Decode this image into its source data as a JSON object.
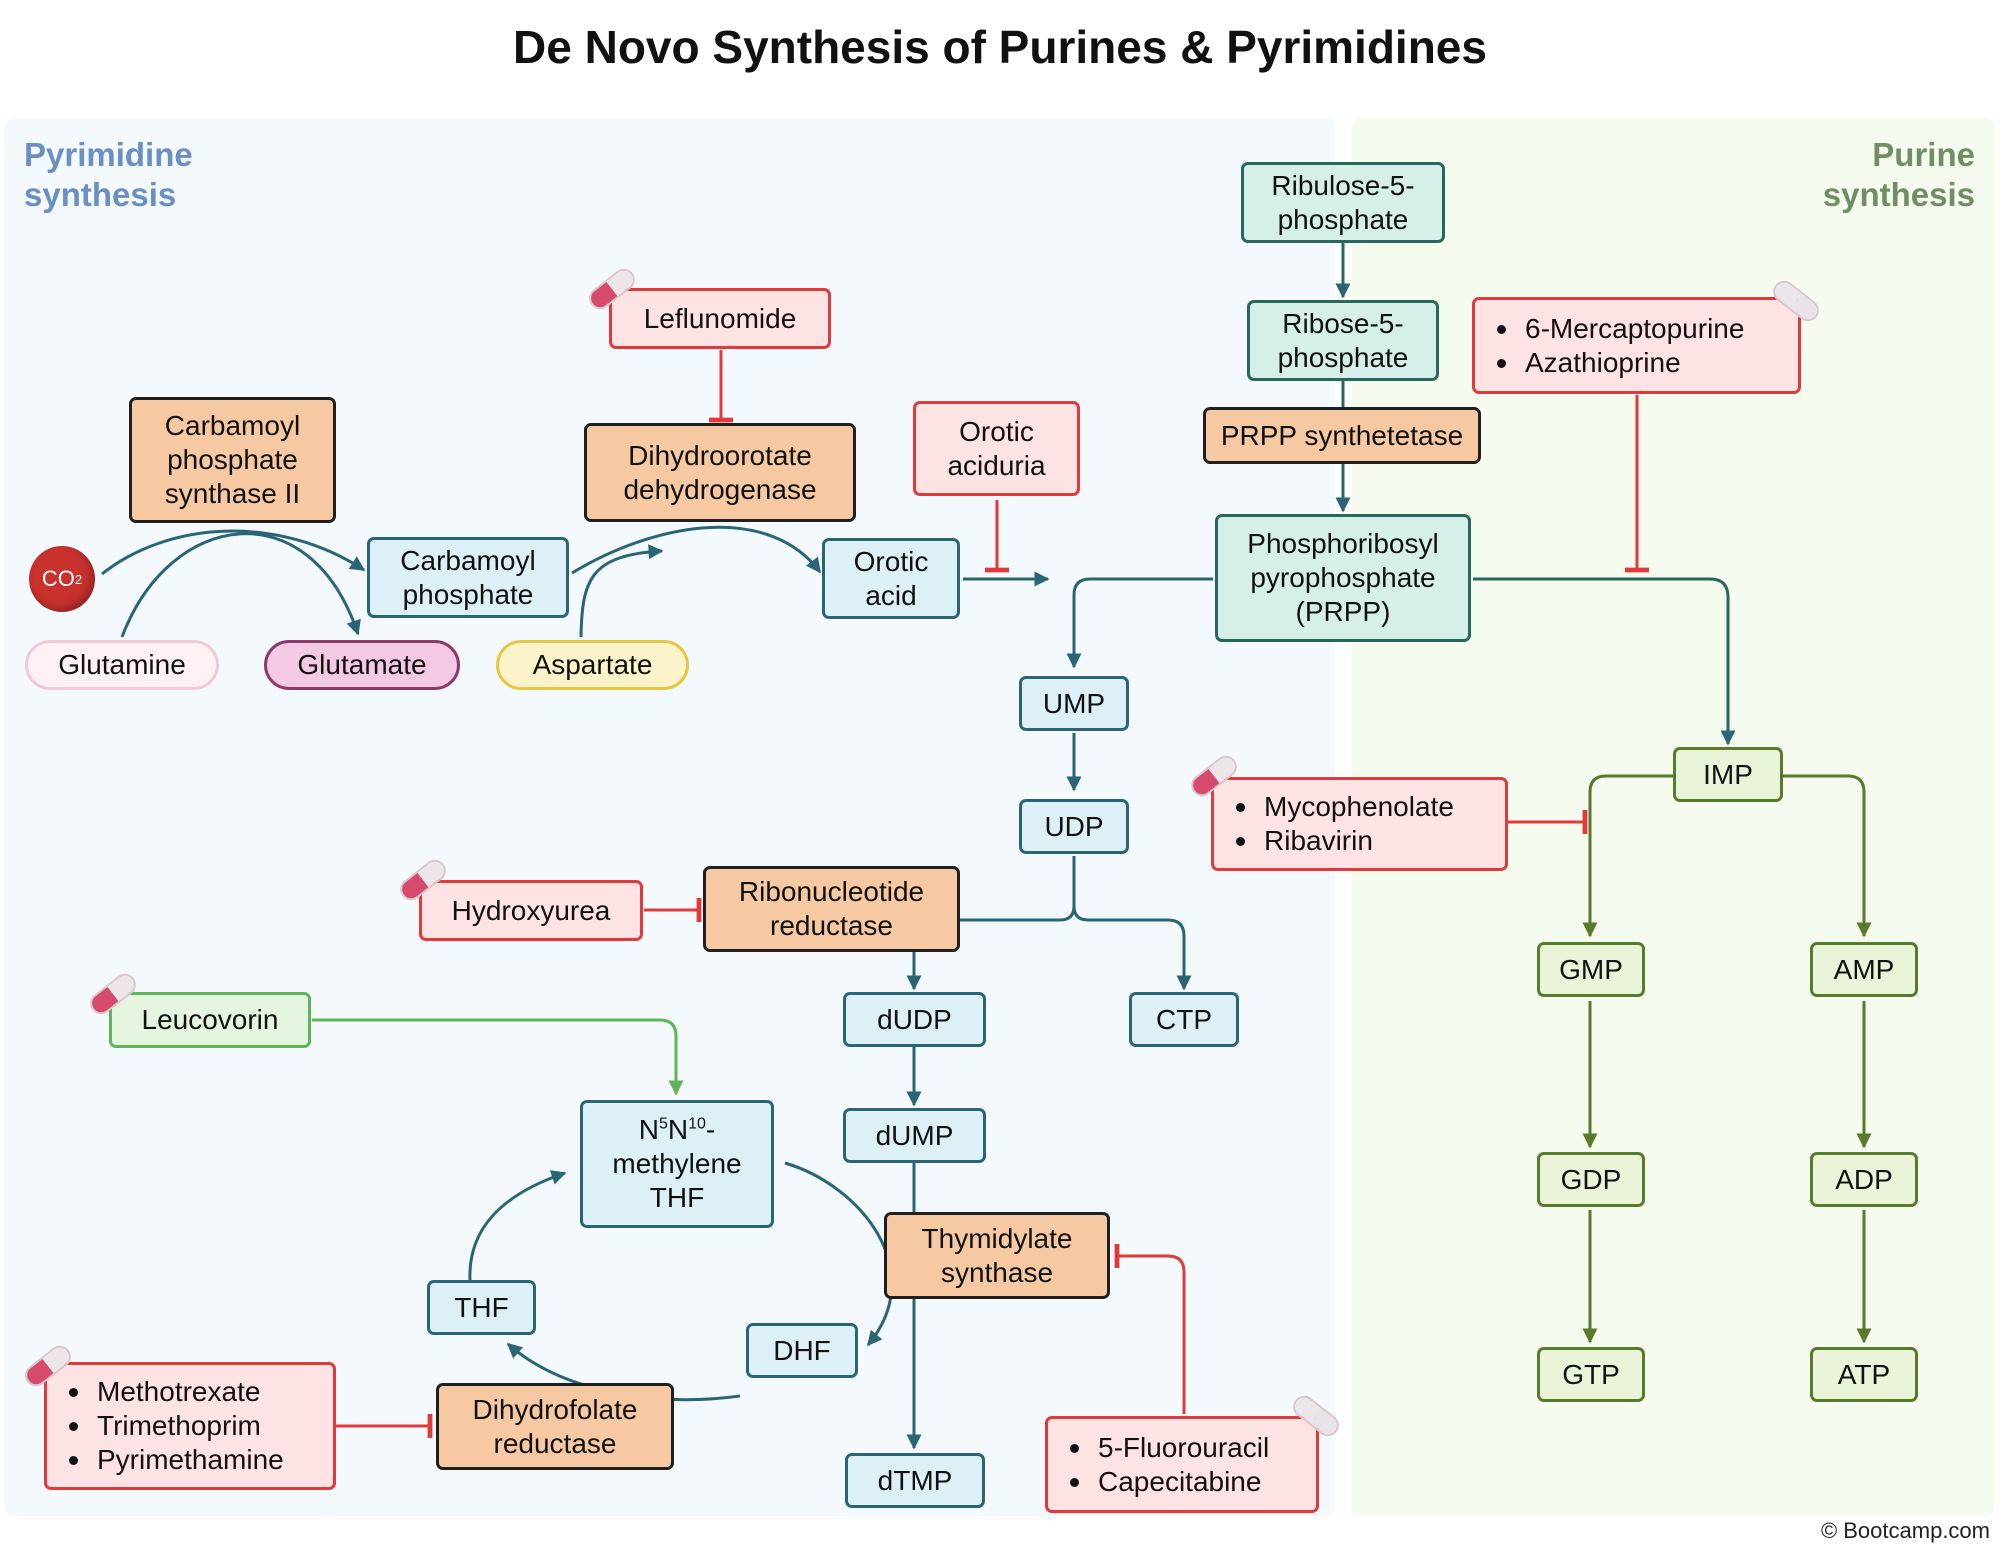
{
  "title": "De Novo Synthesis of Purines & Pyrimidines",
  "sections": {
    "pyrimidine": [
      "Pyrimidine",
      "synthesis"
    ],
    "purine": [
      "Purine",
      "synthesis"
    ]
  },
  "substrates": {
    "co2": "CO",
    "co2_sub": "2",
    "glutamine": "Glutamine",
    "glutamate": "Glutamate",
    "aspartate": "Aspartate"
  },
  "pyrimidine_nodes": {
    "carbamoyl_phosphate": [
      "Carbamoyl",
      "phosphate"
    ],
    "orotic_acid": [
      "Orotic",
      "acid"
    ],
    "ump": "UMP",
    "udp": "UDP",
    "dudp": "dUDP",
    "ctp": "CTP",
    "dump": "dUMP",
    "dtmp": "dTMP",
    "n5n10": {
      "n": "N",
      "s5": "5",
      "n2": "N",
      "s10": "10",
      "dash": "-",
      "line2": "methylene",
      "line3": "THF"
    },
    "thf": "THF",
    "dhf": "DHF"
  },
  "purine_nodes": {
    "ribulose": [
      "Ribulose-5-",
      "phosphate"
    ],
    "ribose": [
      "Ribose-5-",
      "phosphate"
    ],
    "prpp": [
      "Phosphoribosyl",
      "pyrophosphate",
      "(PRPP)"
    ],
    "imp": "IMP",
    "gmp": "GMP",
    "gdp": "GDP",
    "gtp": "GTP",
    "amp": "AMP",
    "adp": "ADP",
    "atp": "ATP"
  },
  "enzymes": {
    "cps2": [
      "Carbamoyl",
      "phosphate",
      "synthase II"
    ],
    "dhodh": [
      "Dihydroorotate",
      "dehydrogenase"
    ],
    "prpp_synthetase": "PRPP synthetetase",
    "rnr": [
      "Ribonucleotide",
      "reductase"
    ],
    "ts": [
      "Thymidylate",
      "synthase"
    ],
    "dhfr": [
      "Dihydrofolate",
      "reductase"
    ]
  },
  "drugs": {
    "leflunomide": "Leflunomide",
    "orotic_aciduria": [
      "Orotic",
      "aciduria"
    ],
    "mercaptopurine_group": [
      "6-Mercaptopurine",
      "Azathioprine"
    ],
    "mycophenolate_group": [
      "Mycophenolate",
      "Ribavirin"
    ],
    "hydroxyurea": "Hydroxyurea",
    "leucovorin": "Leucovorin",
    "methotrexate_group": [
      "Methotrexate",
      "Trimethoprim",
      "Pyrimethamine"
    ],
    "fluorouracil_group": [
      "5-Fluorouracil",
      "Capecitabine"
    ]
  },
  "colors": {
    "pyrimidine_arrow": "#2a6576",
    "purine_arrow": "#587a2b",
    "inhibition": "#e03a3a",
    "leucovorin_arrow": "#5fb558",
    "enzyme_fill": "#f6c9a3",
    "drug_fill": "#fde3e3"
  },
  "copyright": "© Bootcamp.com"
}
